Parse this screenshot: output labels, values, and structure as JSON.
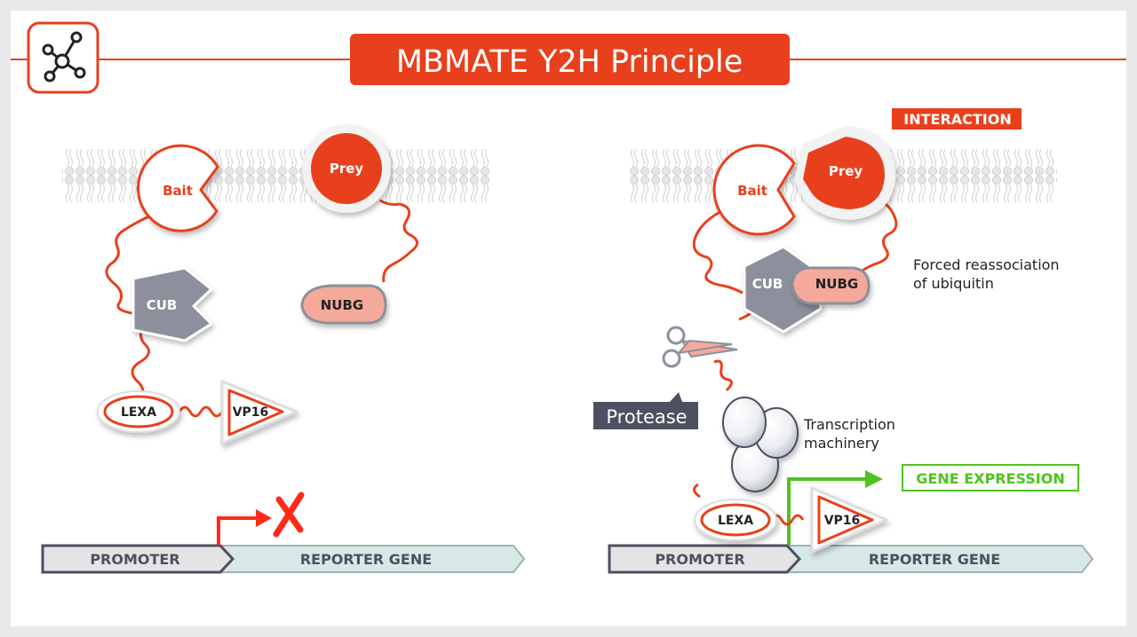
{
  "title": "MBMATE Y2H Principle",
  "logo_icon": "network-nodes-icon",
  "colors": {
    "accent": "#e8401c",
    "salmon": "#f4a99a",
    "gray": "#8d909c",
    "dark": "#4d5060",
    "green": "#4fc31d",
    "reporter": "#d7e8e7"
  },
  "left": {
    "bait": "Bait",
    "prey": "Prey",
    "cub": "CUB",
    "nubg": "NUBG",
    "lexa": "LEXA",
    "vp16": "VP16",
    "promoter": "PROMOTER",
    "reporter": "REPORTER GENE"
  },
  "right": {
    "interaction": "INTERACTION",
    "bait": "Bait",
    "prey": "Prey",
    "cub": "CUB",
    "nubg": "NUBG",
    "reassociation_line1": "Forced reassociation",
    "reassociation_line2": "of ubiquitin",
    "protease": "Protease",
    "machinery_line1": "Transcription",
    "machinery_line2": "machinery",
    "gene_expression": "GENE EXPRESSION",
    "lexa": "LEXA",
    "vp16": "VP16",
    "promoter": "PROMOTER",
    "reporter": "REPORTER GENE"
  }
}
